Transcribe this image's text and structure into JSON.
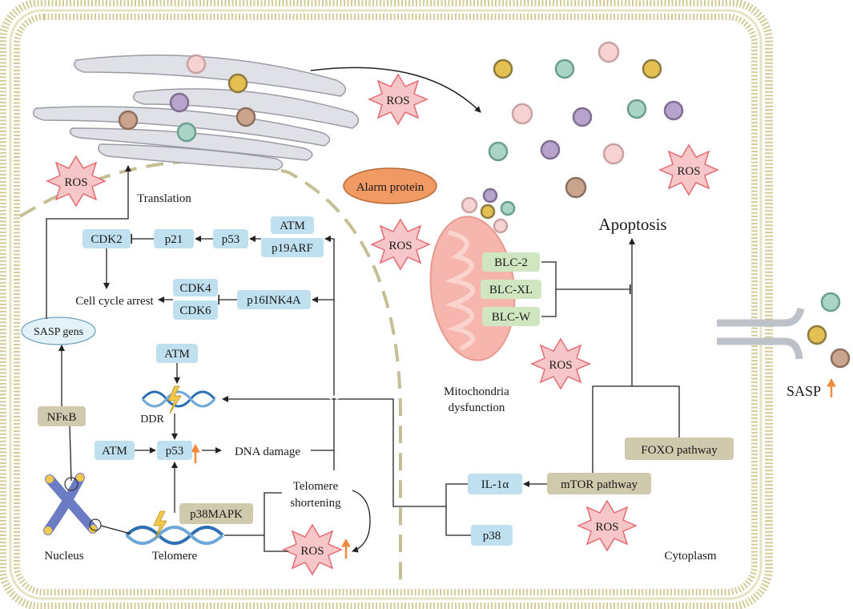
{
  "colors": {
    "membrane": "#d9d4a8",
    "nucleus_dash": "#c5bf96",
    "blue_box": "#bfe0ef",
    "green_box": "#cfe6c0",
    "tan_box": "#cfc9ad",
    "ros_star": "#f7c6c8",
    "ros_stroke": "#e36b72",
    "alarm": "#f19a63",
    "mito": "#f6b6ad",
    "golgi": "#dfe1e7",
    "up_arrow": "#f08a3c"
  },
  "icons": [
    "ros-star-icon",
    "up-arrow-icon",
    "dna-helix-icon",
    "lightning-icon",
    "chromosome-icon",
    "mitochondria-icon",
    "golgi-icon",
    "receptor-icon",
    "vesicle-icon"
  ],
  "labels": {
    "ros": "ROS",
    "translation": "Translation",
    "alarm_protein": "Alarm protein",
    "apoptosis": "Apoptosis",
    "mito_line1": "Mitochondria",
    "mito_line2": "dysfunction",
    "sasp": "SASP",
    "cell_cycle_arrest": "Cell cycle arrest",
    "sasp_gens": "SASP gens",
    "ddr": "DDR",
    "dna_damage": "DNA damage",
    "telomere_short_1": "Telomere",
    "telomere_short_2": "shortening",
    "nucleus": "Nucleus",
    "telomere": "Telomere",
    "cytoplasm": "Cytoplasm"
  },
  "boxes": {
    "cdk2": "CDK2",
    "p21": "p21",
    "p53_top": "p53",
    "atm_top": "ATM",
    "p19arf": "p19ARF",
    "cdk4": "CDK4",
    "cdk6": "CDK6",
    "p16ink4a": "p16INK4A",
    "atm_mid": "ATM",
    "atm_left": "ATM",
    "p53_mid": "p53",
    "nfkb": "NFκB",
    "p38mapk": "p38MAPK",
    "blc2": "BLC-2",
    "blcxl": "BLC-XL",
    "blcw": "BLC-W",
    "il1a": "IL-1α",
    "p38": "p38",
    "mtor": "mTOR pathway",
    "foxo": "FOXO pathway"
  }
}
